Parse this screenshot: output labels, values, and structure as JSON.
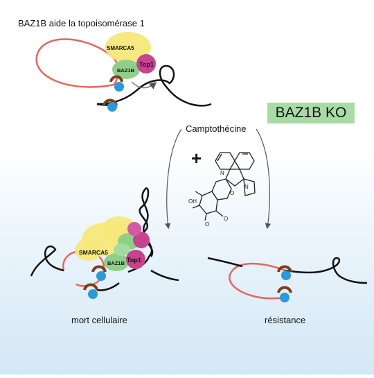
{
  "title": "BAZ1B aide la topoisomérase 1",
  "ko_badge": "BAZ1B KO",
  "drug": {
    "name": "Camptothécine",
    "plus": "+"
  },
  "proteins": {
    "smarca5": "SMARCA5",
    "baz1b": "BAZ1B",
    "top1": "Top1"
  },
  "outcomes": {
    "left": "mort cellulaire",
    "right": "résistance"
  },
  "colors": {
    "dna": "#111111",
    "loop": "#e8655e",
    "smarca5": "#f5e87a",
    "baz1b": "#8fcf8a",
    "top1": "#c4448f",
    "cohesin_blue": "#2a9ad8",
    "cohesin_brown": "#7a3f1c",
    "ko_badge": "#a9dba4"
  }
}
